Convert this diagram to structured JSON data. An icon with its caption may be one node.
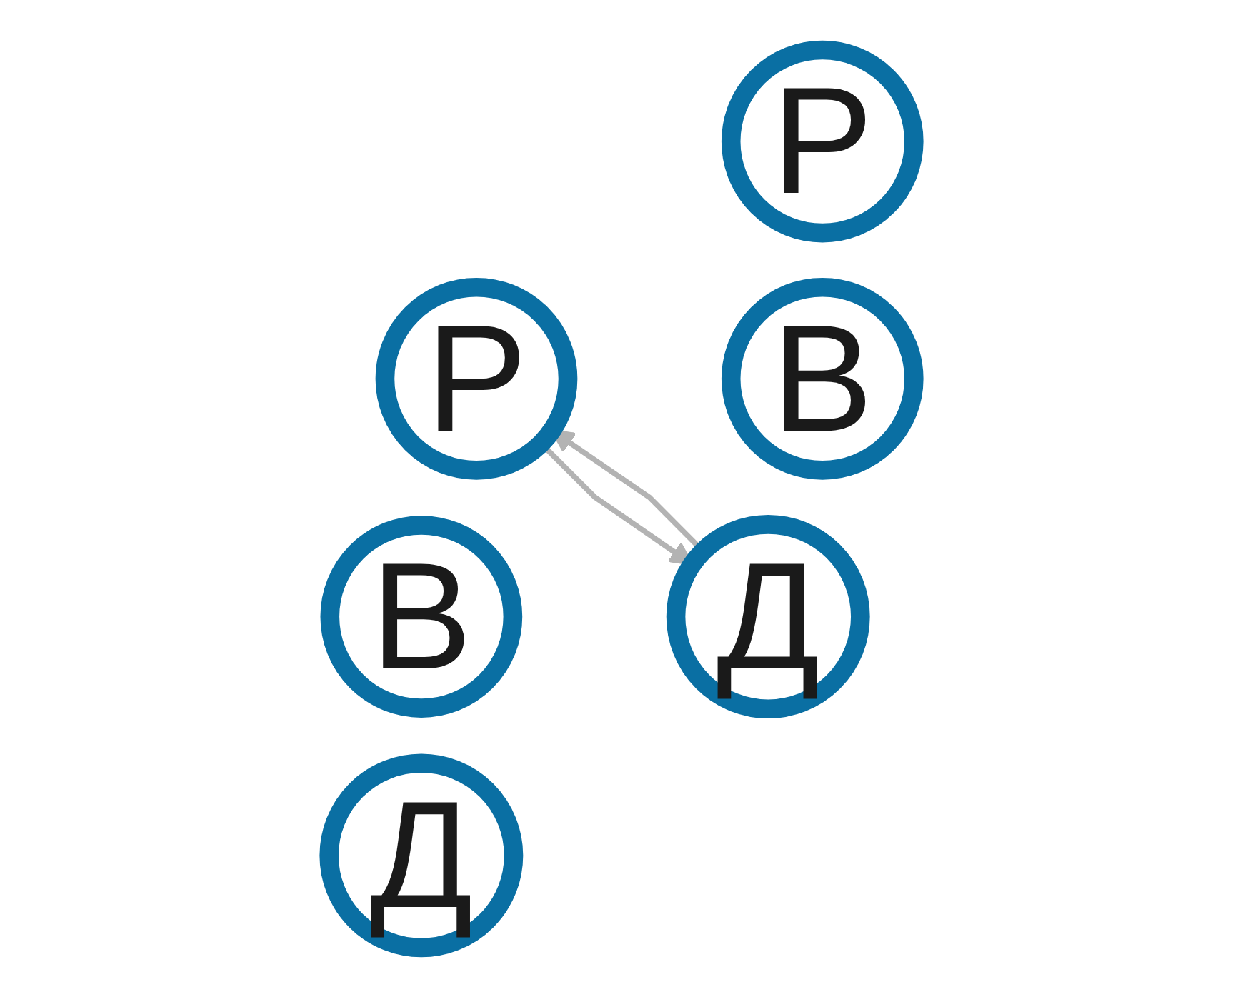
{
  "diagram": {
    "nodes": [
      {
        "text": [
          "Р"
        ]
      },
      {
        "text": [
          "В"
        ]
      },
      {
        "text": [
          "Д"
        ]
      },
      {
        "text": [
          "Р"
        ]
      },
      {
        "text": [
          "В"
        ]
      },
      {
        "text": [
          "Д"
        ]
      }
    ],
    "edges": [
      {
        "from": 0,
        "to": 5,
        "arrow": "to"
      },
      {
        "from": 5,
        "to": 0,
        "arrow": "to"
      }
    ]
  }
}
